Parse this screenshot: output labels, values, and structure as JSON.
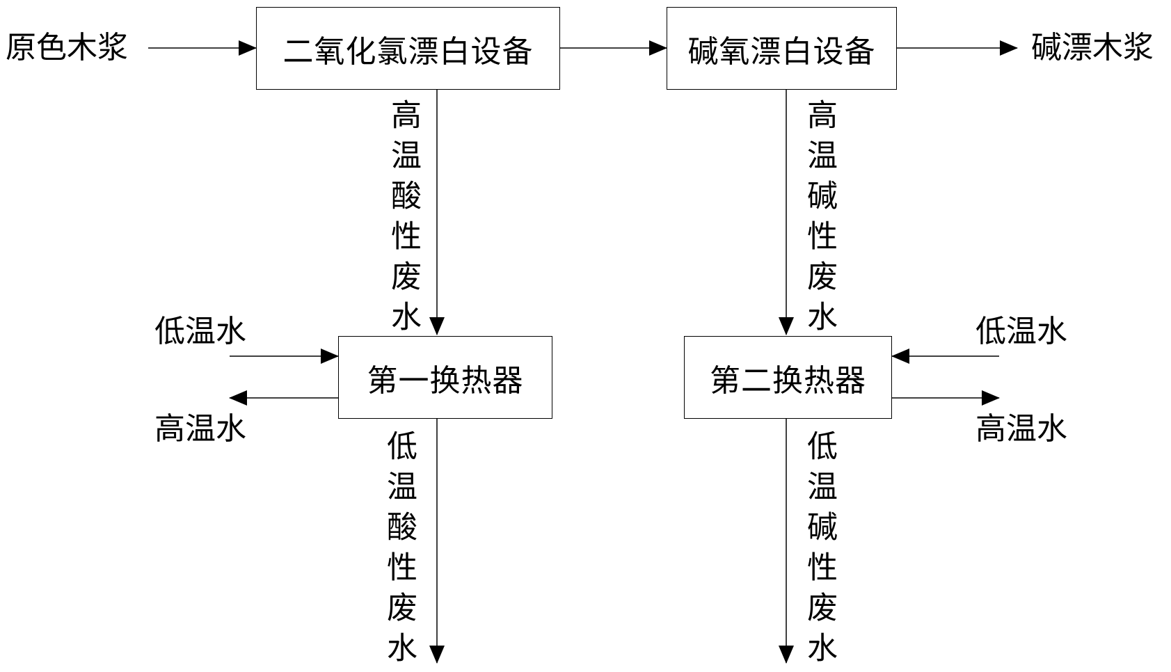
{
  "nodes": {
    "raw_pulp": "原色木浆",
    "clo2_bleach": "二氧化氯漂白设备",
    "alk_o2_bleach": "碱氧漂白设备",
    "alk_pulp": "碱漂木浆",
    "hx1": "第一换热器",
    "hx2": "第二换热器"
  },
  "flows": {
    "hot_acid_waste": "高温酸性废水",
    "hot_alk_waste": "高温碱性废水",
    "cold_acid_waste": "低温酸性废水",
    "cold_alk_waste": "低温碱性废水",
    "cold_water_in_1": "低温水",
    "hot_water_out_1": "高温水",
    "cold_water_in_2": "低温水",
    "hot_water_out_2": "高温水"
  }
}
